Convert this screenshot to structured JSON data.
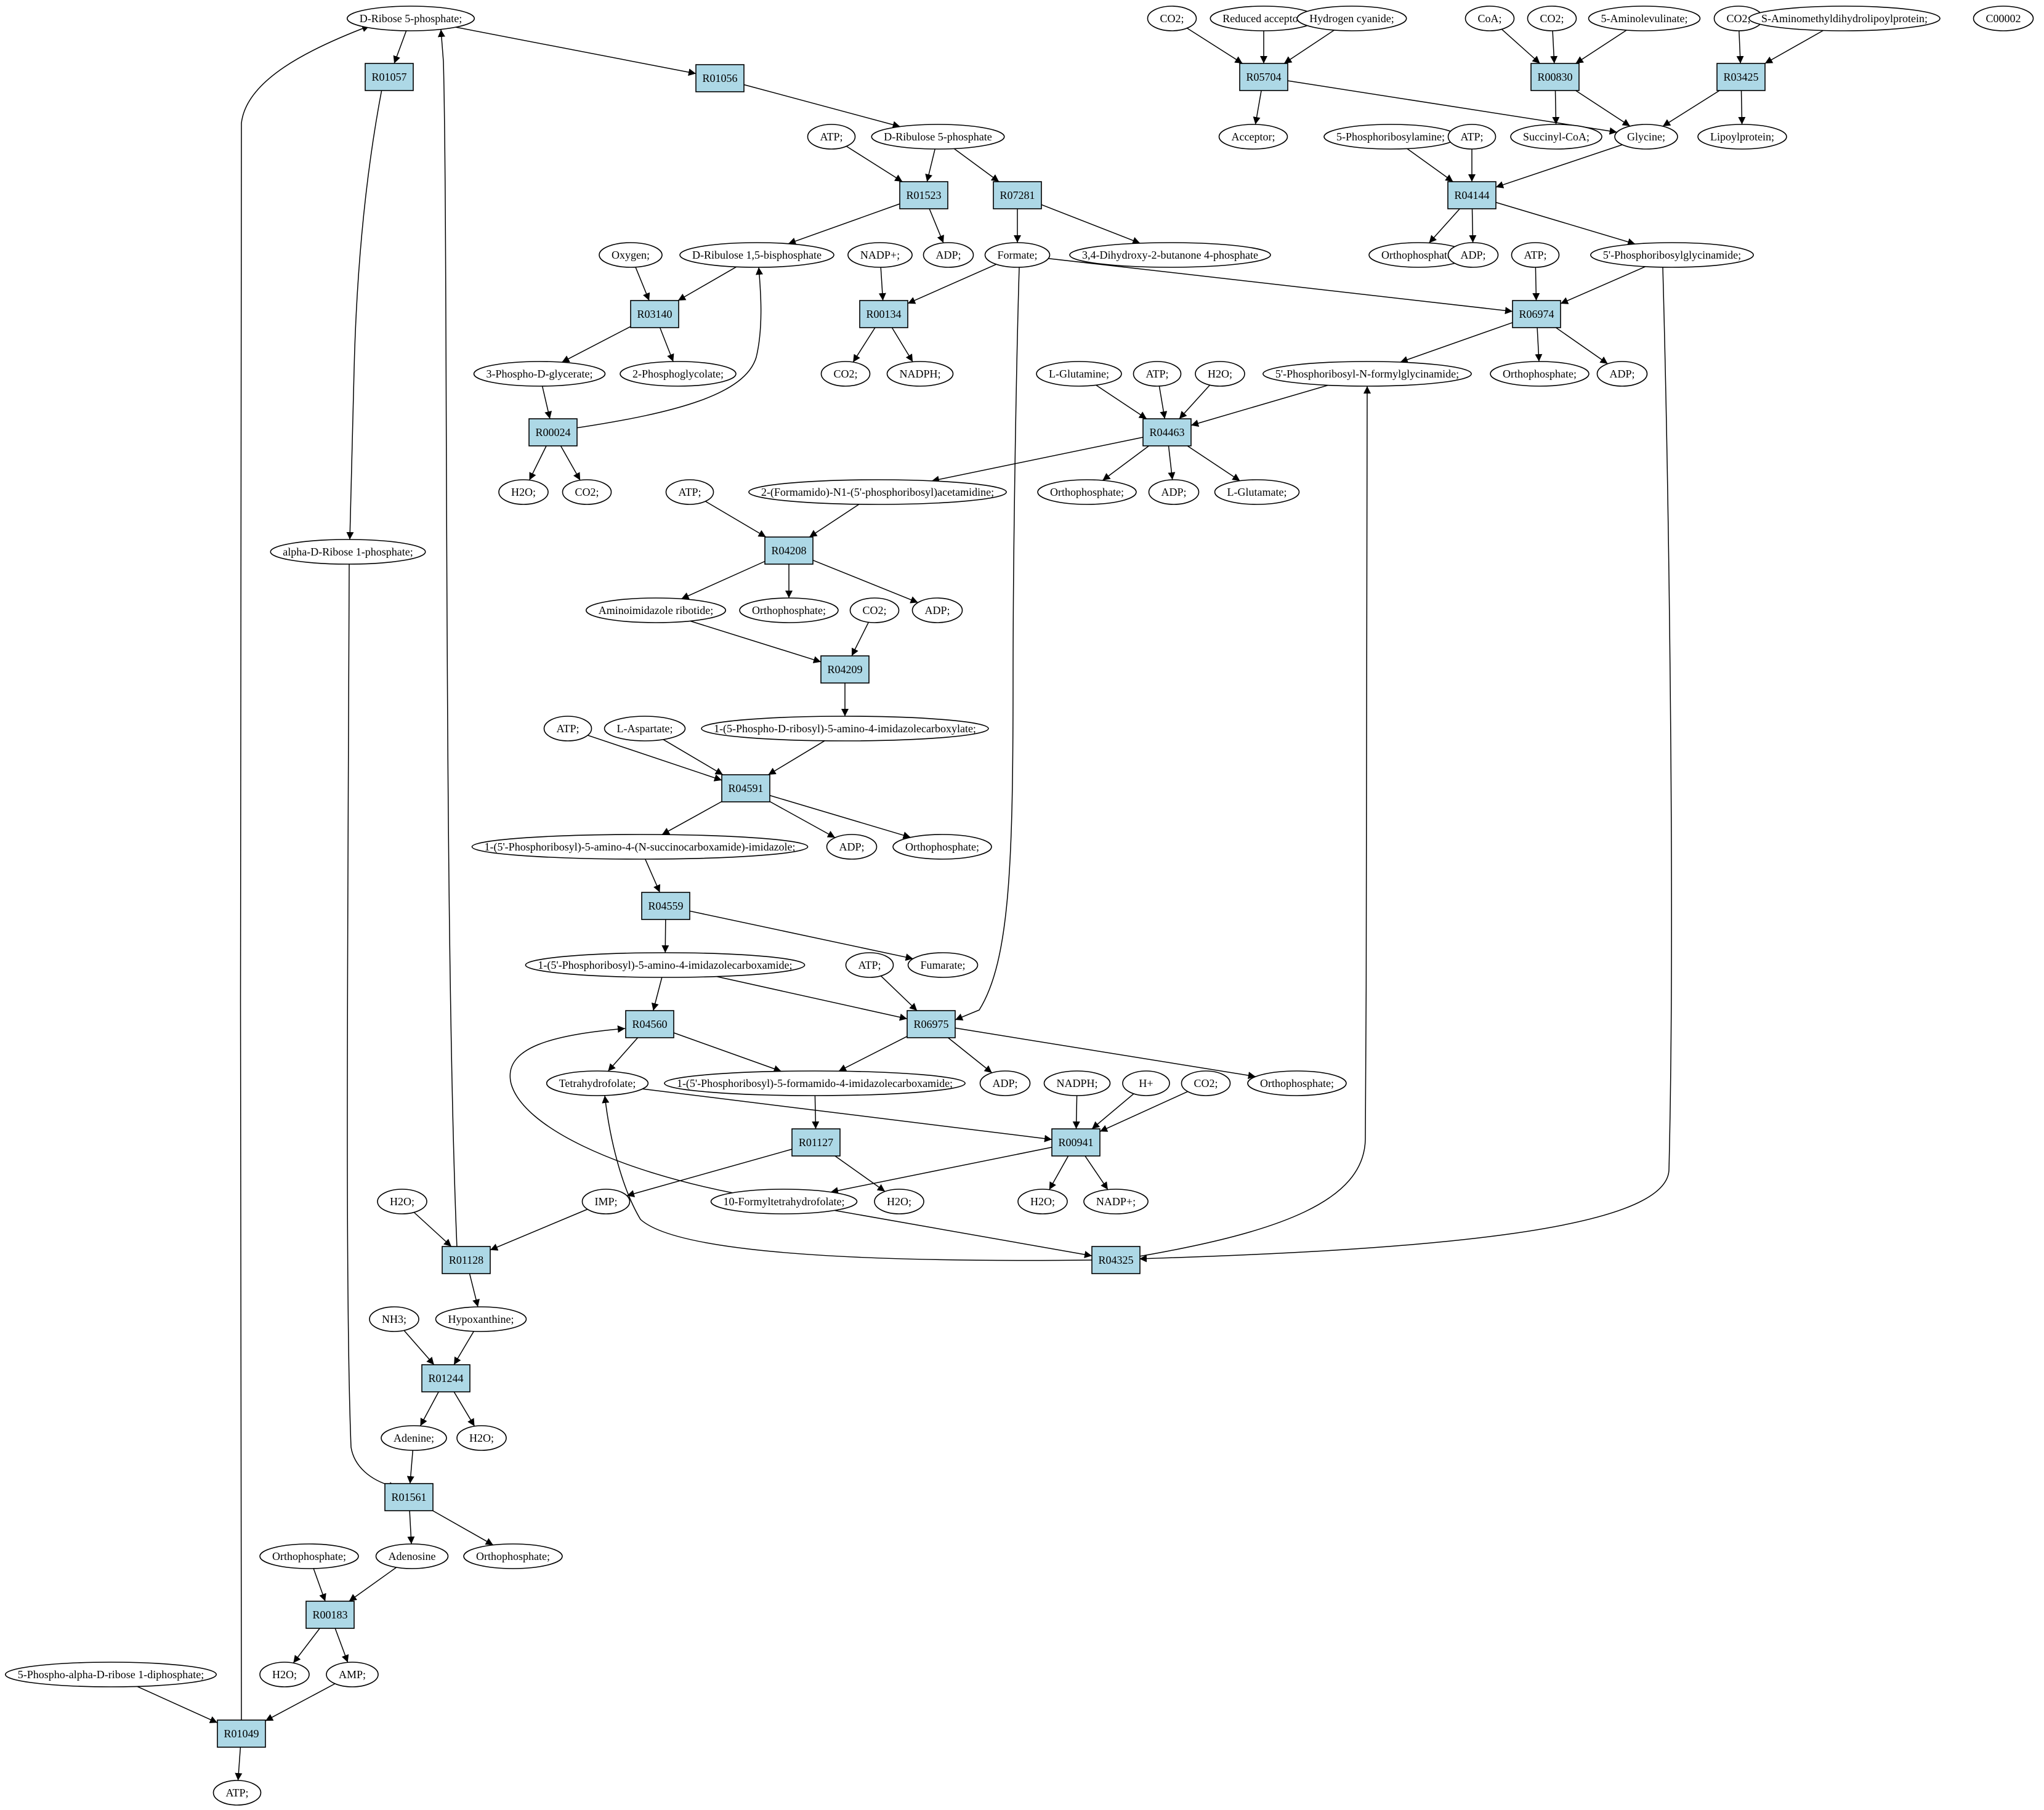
{
  "colors": {
    "reaction_fill": "#add8e6",
    "highlight_start": "#00ff00",
    "highlight_target": "#ffff00",
    "node_fill": "#ffffff",
    "stroke": "#000000"
  },
  "reactions": [
    {
      "id": "R01057",
      "label": "R01057"
    },
    {
      "id": "R01056",
      "label": "R01056"
    },
    {
      "id": "R01523",
      "label": "R01523"
    },
    {
      "id": "R07281",
      "label": "R07281"
    },
    {
      "id": "R05704",
      "label": "R05704"
    },
    {
      "id": "R00830",
      "label": "R00830"
    },
    {
      "id": "R03425",
      "label": "R03425"
    },
    {
      "id": "R04144",
      "label": "R04144"
    },
    {
      "id": "R03140",
      "label": "R03140"
    },
    {
      "id": "R00134",
      "label": "R00134"
    },
    {
      "id": "R06974",
      "label": "R06974"
    },
    {
      "id": "R00024",
      "label": "R00024"
    },
    {
      "id": "R04463",
      "label": "R04463"
    },
    {
      "id": "R04208",
      "label": "R04208"
    },
    {
      "id": "R04209",
      "label": "R04209"
    },
    {
      "id": "R04591",
      "label": "R04591"
    },
    {
      "id": "R04559",
      "label": "R04559"
    },
    {
      "id": "R04560",
      "label": "R04560"
    },
    {
      "id": "R06975",
      "label": "R06975"
    },
    {
      "id": "R01127",
      "label": "R01127"
    },
    {
      "id": "R00941",
      "label": "R00941"
    },
    {
      "id": "R01128",
      "label": "R01128"
    },
    {
      "id": "R04325",
      "label": "R04325"
    },
    {
      "id": "R01244",
      "label": "R01244"
    },
    {
      "id": "R01561",
      "label": "R01561"
    },
    {
      "id": "R00183",
      "label": "R00183"
    },
    {
      "id": "R01049",
      "label": "R01049"
    }
  ],
  "metabolites": [
    {
      "id": "m_r5p",
      "label": "D-Ribose 5-phosphate;",
      "highlight": "start"
    },
    {
      "id": "m_c00002",
      "label": "C00002",
      "highlight": "target"
    },
    {
      "id": "m_co2_a",
      "label": "CO2;"
    },
    {
      "id": "m_redacc",
      "label": "Reduced acceptor;"
    },
    {
      "id": "m_hcn",
      "label": "Hydrogen cyanide;"
    },
    {
      "id": "m_coa",
      "label": "CoA;"
    },
    {
      "id": "m_co2_b",
      "label": "CO2;"
    },
    {
      "id": "m_ala",
      "label": "5-Aminolevulinate;"
    },
    {
      "id": "m_co2_c",
      "label": "CO2;"
    },
    {
      "id": "m_amdhl",
      "label": "S-Aminomethyldihydrolipoylprotein;"
    },
    {
      "id": "m_atp_a",
      "label": "ATP;"
    },
    {
      "id": "m_ru5p",
      "label": "D-Ribulose 5-phosphate"
    },
    {
      "id": "m_acceptor",
      "label": "Acceptor;"
    },
    {
      "id": "m_5pra",
      "label": "5-Phosphoribosylamine;"
    },
    {
      "id": "m_atp_b",
      "label": "ATP;"
    },
    {
      "id": "m_succoa",
      "label": "Succinyl-CoA;"
    },
    {
      "id": "m_glycine",
      "label": "Glycine;"
    },
    {
      "id": "m_lipoyl",
      "label": "Lipoylprotein;"
    },
    {
      "id": "m_oxygen",
      "label": "Oxygen;"
    },
    {
      "id": "m_rubp",
      "label": "D-Ribulose 1,5-bisphosphate"
    },
    {
      "id": "m_adp_a",
      "label": "ADP;"
    },
    {
      "id": "m_nadpp_a",
      "label": "NADP+;"
    },
    {
      "id": "m_formate",
      "label": "Formate;"
    },
    {
      "id": "m_dhbp",
      "label": "3,4-Dihydroxy-2-butanone 4-phosphate"
    },
    {
      "id": "m_ortho_a",
      "label": "Orthophosphate;"
    },
    {
      "id": "m_adp_b",
      "label": "ADP;"
    },
    {
      "id": "m_atp_c",
      "label": "ATP;"
    },
    {
      "id": "m_gar",
      "label": "5'-Phosphoribosylglycinamide;"
    },
    {
      "id": "m_3pg",
      "label": "3-Phospho-D-glycerate;"
    },
    {
      "id": "m_2pglyc",
      "label": "2-Phosphoglycolate;"
    },
    {
      "id": "m_co2_d",
      "label": "CO2;"
    },
    {
      "id": "m_nadph_a",
      "label": "NADPH;"
    },
    {
      "id": "m_gln",
      "label": "L-Glutamine;"
    },
    {
      "id": "m_atp_d",
      "label": "ATP;"
    },
    {
      "id": "m_h2o_a",
      "label": "H2O;"
    },
    {
      "id": "m_fgar",
      "label": "5'-Phosphoribosyl-N-formylglycinamide;"
    },
    {
      "id": "m_ortho_b",
      "label": "Orthophosphate;"
    },
    {
      "id": "m_adp_c",
      "label": "ADP;"
    },
    {
      "id": "m_h2o_b",
      "label": "H2O;"
    },
    {
      "id": "m_co2_e",
      "label": "CO2;"
    },
    {
      "id": "m_atp_e",
      "label": "ATP;"
    },
    {
      "id": "m_fgam",
      "label": "2-(Formamido)-N1-(5'-phosphoribosyl)acetamidine;"
    },
    {
      "id": "m_ortho_c",
      "label": "Orthophosphate;"
    },
    {
      "id": "m_adp_d",
      "label": "ADP;"
    },
    {
      "id": "m_glu",
      "label": "L-Glutamate;"
    },
    {
      "id": "m_r1p",
      "label": "alpha-D-Ribose 1-phosphate;"
    },
    {
      "id": "m_air",
      "label": "Aminoimidazole ribotide;"
    },
    {
      "id": "m_ortho_d",
      "label": "Orthophosphate;"
    },
    {
      "id": "m_adp_e",
      "label": "ADP;"
    },
    {
      "id": "m_co2_f",
      "label": "CO2;"
    },
    {
      "id": "m_atp_f",
      "label": "ATP;"
    },
    {
      "id": "m_asp",
      "label": "L-Aspartate;"
    },
    {
      "id": "m_cair",
      "label": "1-(5-Phospho-D-ribosyl)-5-amino-4-imidazolecarboxylate;"
    },
    {
      "id": "m_saicar",
      "label": "1-(5'-Phosphoribosyl)-5-amino-4-(N-succinocarboxamide)-imidazole;"
    },
    {
      "id": "m_adp_f",
      "label": "ADP;"
    },
    {
      "id": "m_ortho_e",
      "label": "Orthophosphate;"
    },
    {
      "id": "m_aicar",
      "label": "1-(5'-Phosphoribosyl)-5-amino-4-imidazolecarboxamide;"
    },
    {
      "id": "m_atp_g",
      "label": "ATP;"
    },
    {
      "id": "m_fumarate",
      "label": "Fumarate;"
    },
    {
      "id": "m_thf",
      "label": "Tetrahydrofolate;"
    },
    {
      "id": "m_faicar",
      "label": "1-(5'-Phosphoribosyl)-5-formamido-4-imidazolecarboxamide;"
    },
    {
      "id": "m_adp_g",
      "label": "ADP;"
    },
    {
      "id": "m_nadph_b",
      "label": "NADPH;"
    },
    {
      "id": "m_hplus",
      "label": "H+"
    },
    {
      "id": "m_co2_g",
      "label": "CO2;"
    },
    {
      "id": "m_ortho_f",
      "label": "Orthophosphate;"
    },
    {
      "id": "m_h2o_c",
      "label": "H2O;"
    },
    {
      "id": "m_imp",
      "label": "IMP;"
    },
    {
      "id": "m_10fthf",
      "label": "10-Formyltetrahydrofolate;"
    },
    {
      "id": "m_h2o_d",
      "label": "H2O;"
    },
    {
      "id": "m_h2o_e",
      "label": "H2O;"
    },
    {
      "id": "m_nadpp_b",
      "label": "NADP+;"
    },
    {
      "id": "m_hypox",
      "label": "Hypoxanthine;"
    },
    {
      "id": "m_nh3",
      "label": "NH3;"
    },
    {
      "id": "m_adenine",
      "label": "Adenine;"
    },
    {
      "id": "m_h2o_f",
      "label": "H2O;"
    },
    {
      "id": "m_ortho_g",
      "label": "Orthophosphate;"
    },
    {
      "id": "m_adenosine",
      "label": "Adenosine"
    },
    {
      "id": "m_ortho_h",
      "label": "Orthophosphate;"
    },
    {
      "id": "m_h2o_g",
      "label": "H2O;"
    },
    {
      "id": "m_amp",
      "label": "AMP;"
    },
    {
      "id": "m_prpp",
      "label": "5-Phospho-alpha-D-ribose 1-diphosphate;"
    },
    {
      "id": "m_atp_h",
      "label": "ATP;"
    }
  ],
  "edges": [
    [
      "m_r5p",
      "R01057"
    ],
    [
      "m_r5p",
      "R01056"
    ],
    [
      "R01056",
      "m_ru5p"
    ],
    [
      "m_atp_a",
      "R01523"
    ],
    [
      "m_ru5p",
      "R01523"
    ],
    [
      "m_ru5p",
      "R07281"
    ],
    [
      "R01523",
      "m_rubp"
    ],
    [
      "R01523",
      "m_adp_a"
    ],
    [
      "R07281",
      "m_formate"
    ],
    [
      "R07281",
      "m_dhbp"
    ],
    [
      "m_co2_a",
      "R05704"
    ],
    [
      "m_redacc",
      "R05704"
    ],
    [
      "m_hcn",
      "R05704"
    ],
    [
      "R05704",
      "m_acceptor"
    ],
    [
      "R05704",
      "m_glycine"
    ],
    [
      "m_coa",
      "R00830"
    ],
    [
      "m_co2_b",
      "R00830"
    ],
    [
      "m_ala",
      "R00830"
    ],
    [
      "R00830",
      "m_succoa"
    ],
    [
      "R00830",
      "m_glycine"
    ],
    [
      "m_co2_c",
      "R03425"
    ],
    [
      "m_amdhl",
      "R03425"
    ],
    [
      "R03425",
      "m_glycine"
    ],
    [
      "R03425",
      "m_lipoyl"
    ],
    [
      "m_5pra",
      "R04144"
    ],
    [
      "m_atp_b",
      "R04144"
    ],
    [
      "m_glycine",
      "R04144"
    ],
    [
      "R04144",
      "m_ortho_a"
    ],
    [
      "R04144",
      "m_adp_b"
    ],
    [
      "R04144",
      "m_gar"
    ],
    [
      "m_oxygen",
      "R03140"
    ],
    [
      "m_rubp",
      "R03140"
    ],
    [
      "R03140",
      "m_3pg"
    ],
    [
      "R03140",
      "m_2pglyc"
    ],
    [
      "m_nadpp_a",
      "R00134"
    ],
    [
      "m_formate",
      "R00134"
    ],
    [
      "R00134",
      "m_co2_d"
    ],
    [
      "R00134",
      "m_nadph_a"
    ],
    [
      "m_formate",
      "R06974"
    ],
    [
      "m_atp_c",
      "R06974"
    ],
    [
      "m_gar",
      "R06974"
    ],
    [
      "R06974",
      "m_fgar"
    ],
    [
      "R06974",
      "m_ortho_b"
    ],
    [
      "R06974",
      "m_adp_c"
    ],
    [
      "m_3pg",
      "R00024"
    ],
    [
      "R00024",
      "m_rubp"
    ],
    [
      "R00024",
      "m_h2o_b"
    ],
    [
      "R00024",
      "m_co2_e"
    ],
    [
      "m_gln",
      "R04463"
    ],
    [
      "m_atp_d",
      "R04463"
    ],
    [
      "m_h2o_a",
      "R04463"
    ],
    [
      "m_fgar",
      "R04463"
    ],
    [
      "R04463",
      "m_fgam"
    ],
    [
      "R04463",
      "m_ortho_c"
    ],
    [
      "R04463",
      "m_adp_d"
    ],
    [
      "R04463",
      "m_glu"
    ],
    [
      "R01057",
      "m_r1p"
    ],
    [
      "m_atp_e",
      "R04208"
    ],
    [
      "m_fgam",
      "R04208"
    ],
    [
      "R04208",
      "m_air"
    ],
    [
      "R04208",
      "m_ortho_d"
    ],
    [
      "R04208",
      "m_adp_e"
    ],
    [
      "m_air",
      "R04209"
    ],
    [
      "m_co2_f",
      "R04209"
    ],
    [
      "R04209",
      "m_cair"
    ],
    [
      "m_atp_f",
      "R04591"
    ],
    [
      "m_asp",
      "R04591"
    ],
    [
      "m_cair",
      "R04591"
    ],
    [
      "R04591",
      "m_saicar"
    ],
    [
      "R04591",
      "m_adp_f"
    ],
    [
      "R04591",
      "m_ortho_e"
    ],
    [
      "m_saicar",
      "R04559"
    ],
    [
      "R04559",
      "m_aicar"
    ],
    [
      "R04559",
      "m_fumarate"
    ],
    [
      "m_aicar",
      "R04560"
    ],
    [
      "m_aicar",
      "R06975"
    ],
    [
      "m_atp_g",
      "R06975"
    ],
    [
      "m_formate",
      "R06975"
    ],
    [
      "R04560",
      "m_thf"
    ],
    [
      "R04560",
      "m_faicar"
    ],
    [
      "R06975",
      "m_faicar"
    ],
    [
      "R06975",
      "m_adp_g"
    ],
    [
      "R06975",
      "m_ortho_f"
    ],
    [
      "m_nadph_b",
      "R00941"
    ],
    [
      "m_hplus",
      "R00941"
    ],
    [
      "m_co2_g",
      "R00941"
    ],
    [
      "m_thf",
      "R00941"
    ],
    [
      "R00941",
      "m_10fthf"
    ],
    [
      "R00941",
      "m_h2o_e"
    ],
    [
      "R00941",
      "m_nadpp_b"
    ],
    [
      "m_faicar",
      "R01127"
    ],
    [
      "R01127",
      "m_imp"
    ],
    [
      "R01127",
      "m_h2o_d"
    ],
    [
      "m_10fthf",
      "R04560"
    ],
    [
      "m_h2o_c",
      "R01128"
    ],
    [
      "m_imp",
      "R01128"
    ],
    [
      "R01128",
      "m_r5p"
    ],
    [
      "R01128",
      "m_hypox"
    ],
    [
      "m_10fthf",
      "R04325"
    ],
    [
      "m_gar",
      "R04325"
    ],
    [
      "R04325",
      "m_fgar"
    ],
    [
      "R04325",
      "m_thf"
    ],
    [
      "m_nh3",
      "R01244"
    ],
    [
      "m_hypox",
      "R01244"
    ],
    [
      "R01244",
      "m_adenine"
    ],
    [
      "R01244",
      "m_h2o_f"
    ],
    [
      "m_adenine",
      "R01561"
    ],
    [
      "m_r1p",
      "R01561"
    ],
    [
      "R01561",
      "m_adenosine"
    ],
    [
      "R01561",
      "m_ortho_h"
    ],
    [
      "m_ortho_g",
      "R00183"
    ],
    [
      "m_adenosine",
      "R00183"
    ],
    [
      "R00183",
      "m_h2o_g"
    ],
    [
      "R00183",
      "m_amp"
    ],
    [
      "m_prpp",
      "R01049"
    ],
    [
      "m_amp",
      "R01049"
    ],
    [
      "R01049",
      "m_atp_h"
    ],
    [
      "R01049",
      "m_r5p"
    ]
  ]
}
